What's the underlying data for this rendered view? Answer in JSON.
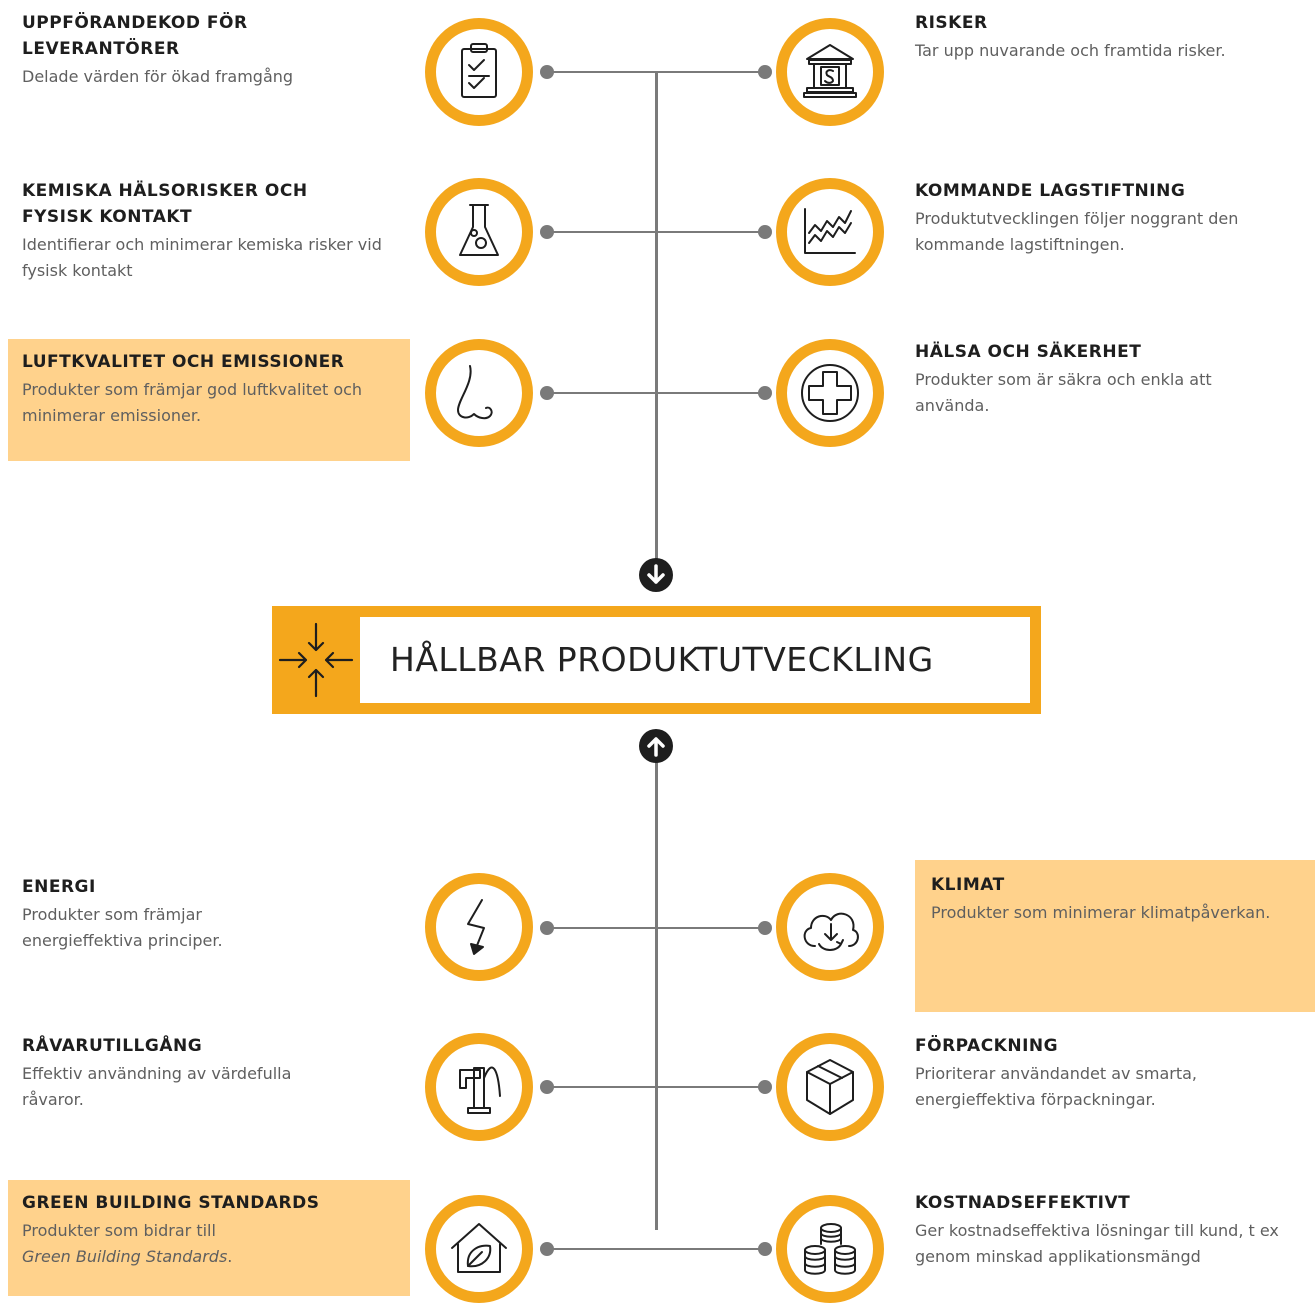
{
  "center": {
    "title": "HÅLLBAR PRODUKTUTVECKLING",
    "icon": "converge-arrows-icon"
  },
  "colors": {
    "accent": "#f4a71c",
    "highlight": "#ffd28c",
    "line": "#7a7a7a",
    "text": "#1e1e1e",
    "muted": "#5f5f5f"
  },
  "top_left": [
    {
      "title": "UPPFÖRANDEKOD FÖR LEVERANTÖRER",
      "desc": "Delade värden för ökad framgång",
      "icon": "clipboard-check-icon",
      "highlighted": false
    },
    {
      "title": "KEMISKA HÄLSORISKER OCH FYSISK KONTAKT",
      "desc": "Identifierar och minimerar kemiska risker vid fysisk kontakt",
      "icon": "flask-icon",
      "highlighted": false
    },
    {
      "title": "LUFTKVALITET OCH EMISSIONER",
      "desc": "Produkter som främjar god luftkvalitet och minimerar emissioner.",
      "icon": "nose-icon",
      "highlighted": true
    }
  ],
  "top_right": [
    {
      "title": "RISKER",
      "desc": "Tar upp nuvarande och framtida risker.",
      "icon": "bank-icon",
      "highlighted": false
    },
    {
      "title": "KOMMANDE LAGSTIFTNING",
      "desc": "Produktutvecklingen följer noggrant den kommande lagstiftningen.",
      "icon": "trend-chart-icon",
      "highlighted": false
    },
    {
      "title": "HÄLSA OCH SÄKERHET",
      "desc": "Produkter som är säkra och enkla att använda.",
      "icon": "medical-cross-icon",
      "highlighted": false
    }
  ],
  "bottom_left": [
    {
      "title": "ENERGI",
      "desc": "Produkter som främjar energieffektiva principer.",
      "icon": "lightning-icon",
      "highlighted": false
    },
    {
      "title": "RÅVARUTILLGÅNG",
      "desc": "Effektiv användning av värdefulla råvaror.",
      "icon": "water-pump-icon",
      "highlighted": false
    },
    {
      "title": "GREEN BUILDING STANDARDS",
      "desc": "Produkter som bidrar till",
      "desc_italic": "Green Building Standards",
      "desc_end": ".",
      "icon": "leaf-house-icon",
      "highlighted": true
    }
  ],
  "bottom_right": [
    {
      "title": "KLIMAT",
      "desc": "Produkter som minimerar klimatpåverkan.",
      "icon": "cloud-cycle-icon",
      "highlighted": true
    },
    {
      "title": "FÖRPACKNING",
      "desc": "Prioriterar användandet av smarta, energieffektiva förpackningar.",
      "icon": "box-icon",
      "highlighted": false
    },
    {
      "title": "KOSTNADSEFFEKTIVT",
      "desc": "Ger kostnadseffektiva lösningar till kund, t ex genom minskad applikationsmängd",
      "icon": "coin-stacks-icon",
      "highlighted": false
    }
  ]
}
